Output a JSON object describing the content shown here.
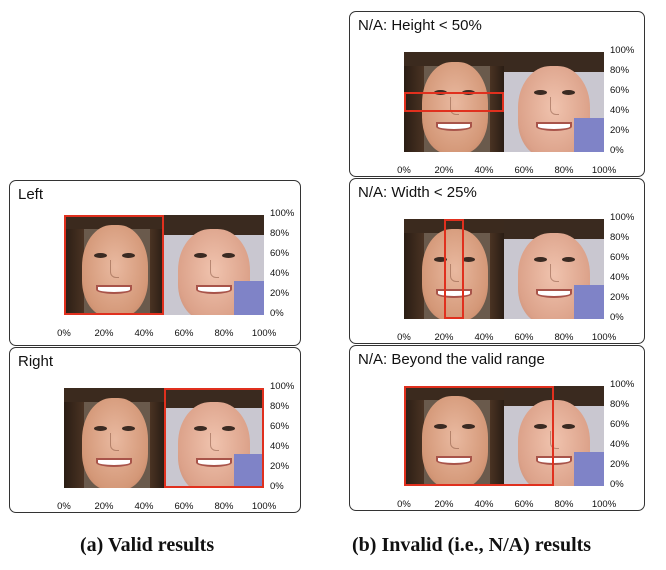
{
  "panels": [
    {
      "id": "left",
      "title": "Left",
      "box": {
        "x0": 0,
        "x1": 50,
        "y0": 0,
        "y1": 100
      }
    },
    {
      "id": "right",
      "title": "Right",
      "box": {
        "x0": 50,
        "x1": 100,
        "y0": 0,
        "y1": 100
      }
    },
    {
      "id": "height",
      "title": "N/A: Height < 50%",
      "box": {
        "x0": 0,
        "x1": 50,
        "y0": 40,
        "y1": 60
      }
    },
    {
      "id": "width",
      "title": "N/A: Width < 25%",
      "box": {
        "x0": 20,
        "x1": 30,
        "y0": 0,
        "y1": 100
      }
    },
    {
      "id": "beyond",
      "title": "N/A: Beyond the valid range",
      "box": {
        "x0": 0,
        "x1": 75,
        "y0": 0,
        "y1": 100
      }
    }
  ],
  "x_ticks": [
    "0%",
    "20%",
    "40%",
    "60%",
    "80%",
    "100%"
  ],
  "y_ticks": [
    "100%",
    "80%",
    "60%",
    "40%",
    "20%",
    "0%"
  ],
  "captions": {
    "valid": "(a) Valid results",
    "invalid": "(b) Invalid (i.e., N/A) results"
  },
  "colors": {
    "box": "#e0301e",
    "border": "#333333"
  }
}
